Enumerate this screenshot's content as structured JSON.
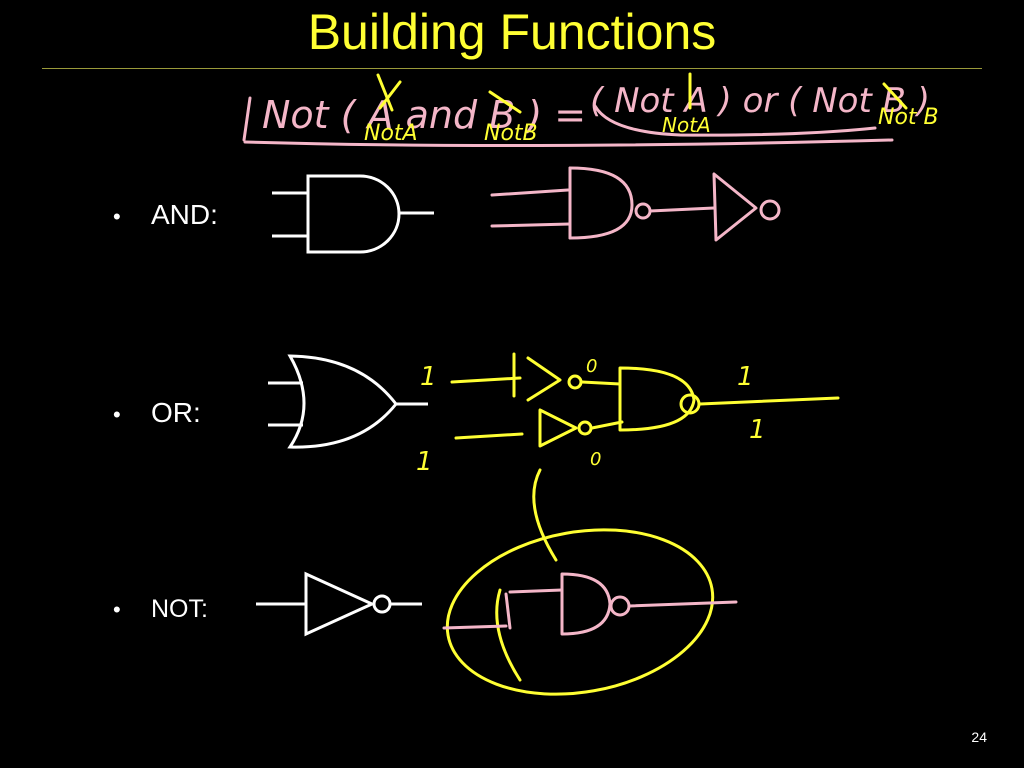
{
  "slide": {
    "title": "Building Functions",
    "page_number": "24"
  },
  "bullets": [
    {
      "label": "AND:",
      "symbol": "•"
    },
    {
      "label": "OR:",
      "symbol": "•"
    },
    {
      "label": "NOT:",
      "symbol": "•"
    }
  ],
  "annotations": {
    "formula": {
      "lhs": "Not ( A and B ) =",
      "rhs": "( Not A ) or ( Not B )"
    },
    "sub_labels": [
      "NotA",
      "NotB",
      "NotA",
      "Not B"
    ],
    "or_bits": {
      "left_top": "1",
      "left_bottom": "1",
      "mid_top": "0",
      "mid_bottom": "0",
      "right_top": "1",
      "right_bottom": "1"
    }
  },
  "colors": {
    "background": "#000000",
    "title": "#FFFF33",
    "text": "#FFFFFF",
    "ink_pink": "#F4B6C8",
    "ink_yellow": "#FFFF33"
  }
}
